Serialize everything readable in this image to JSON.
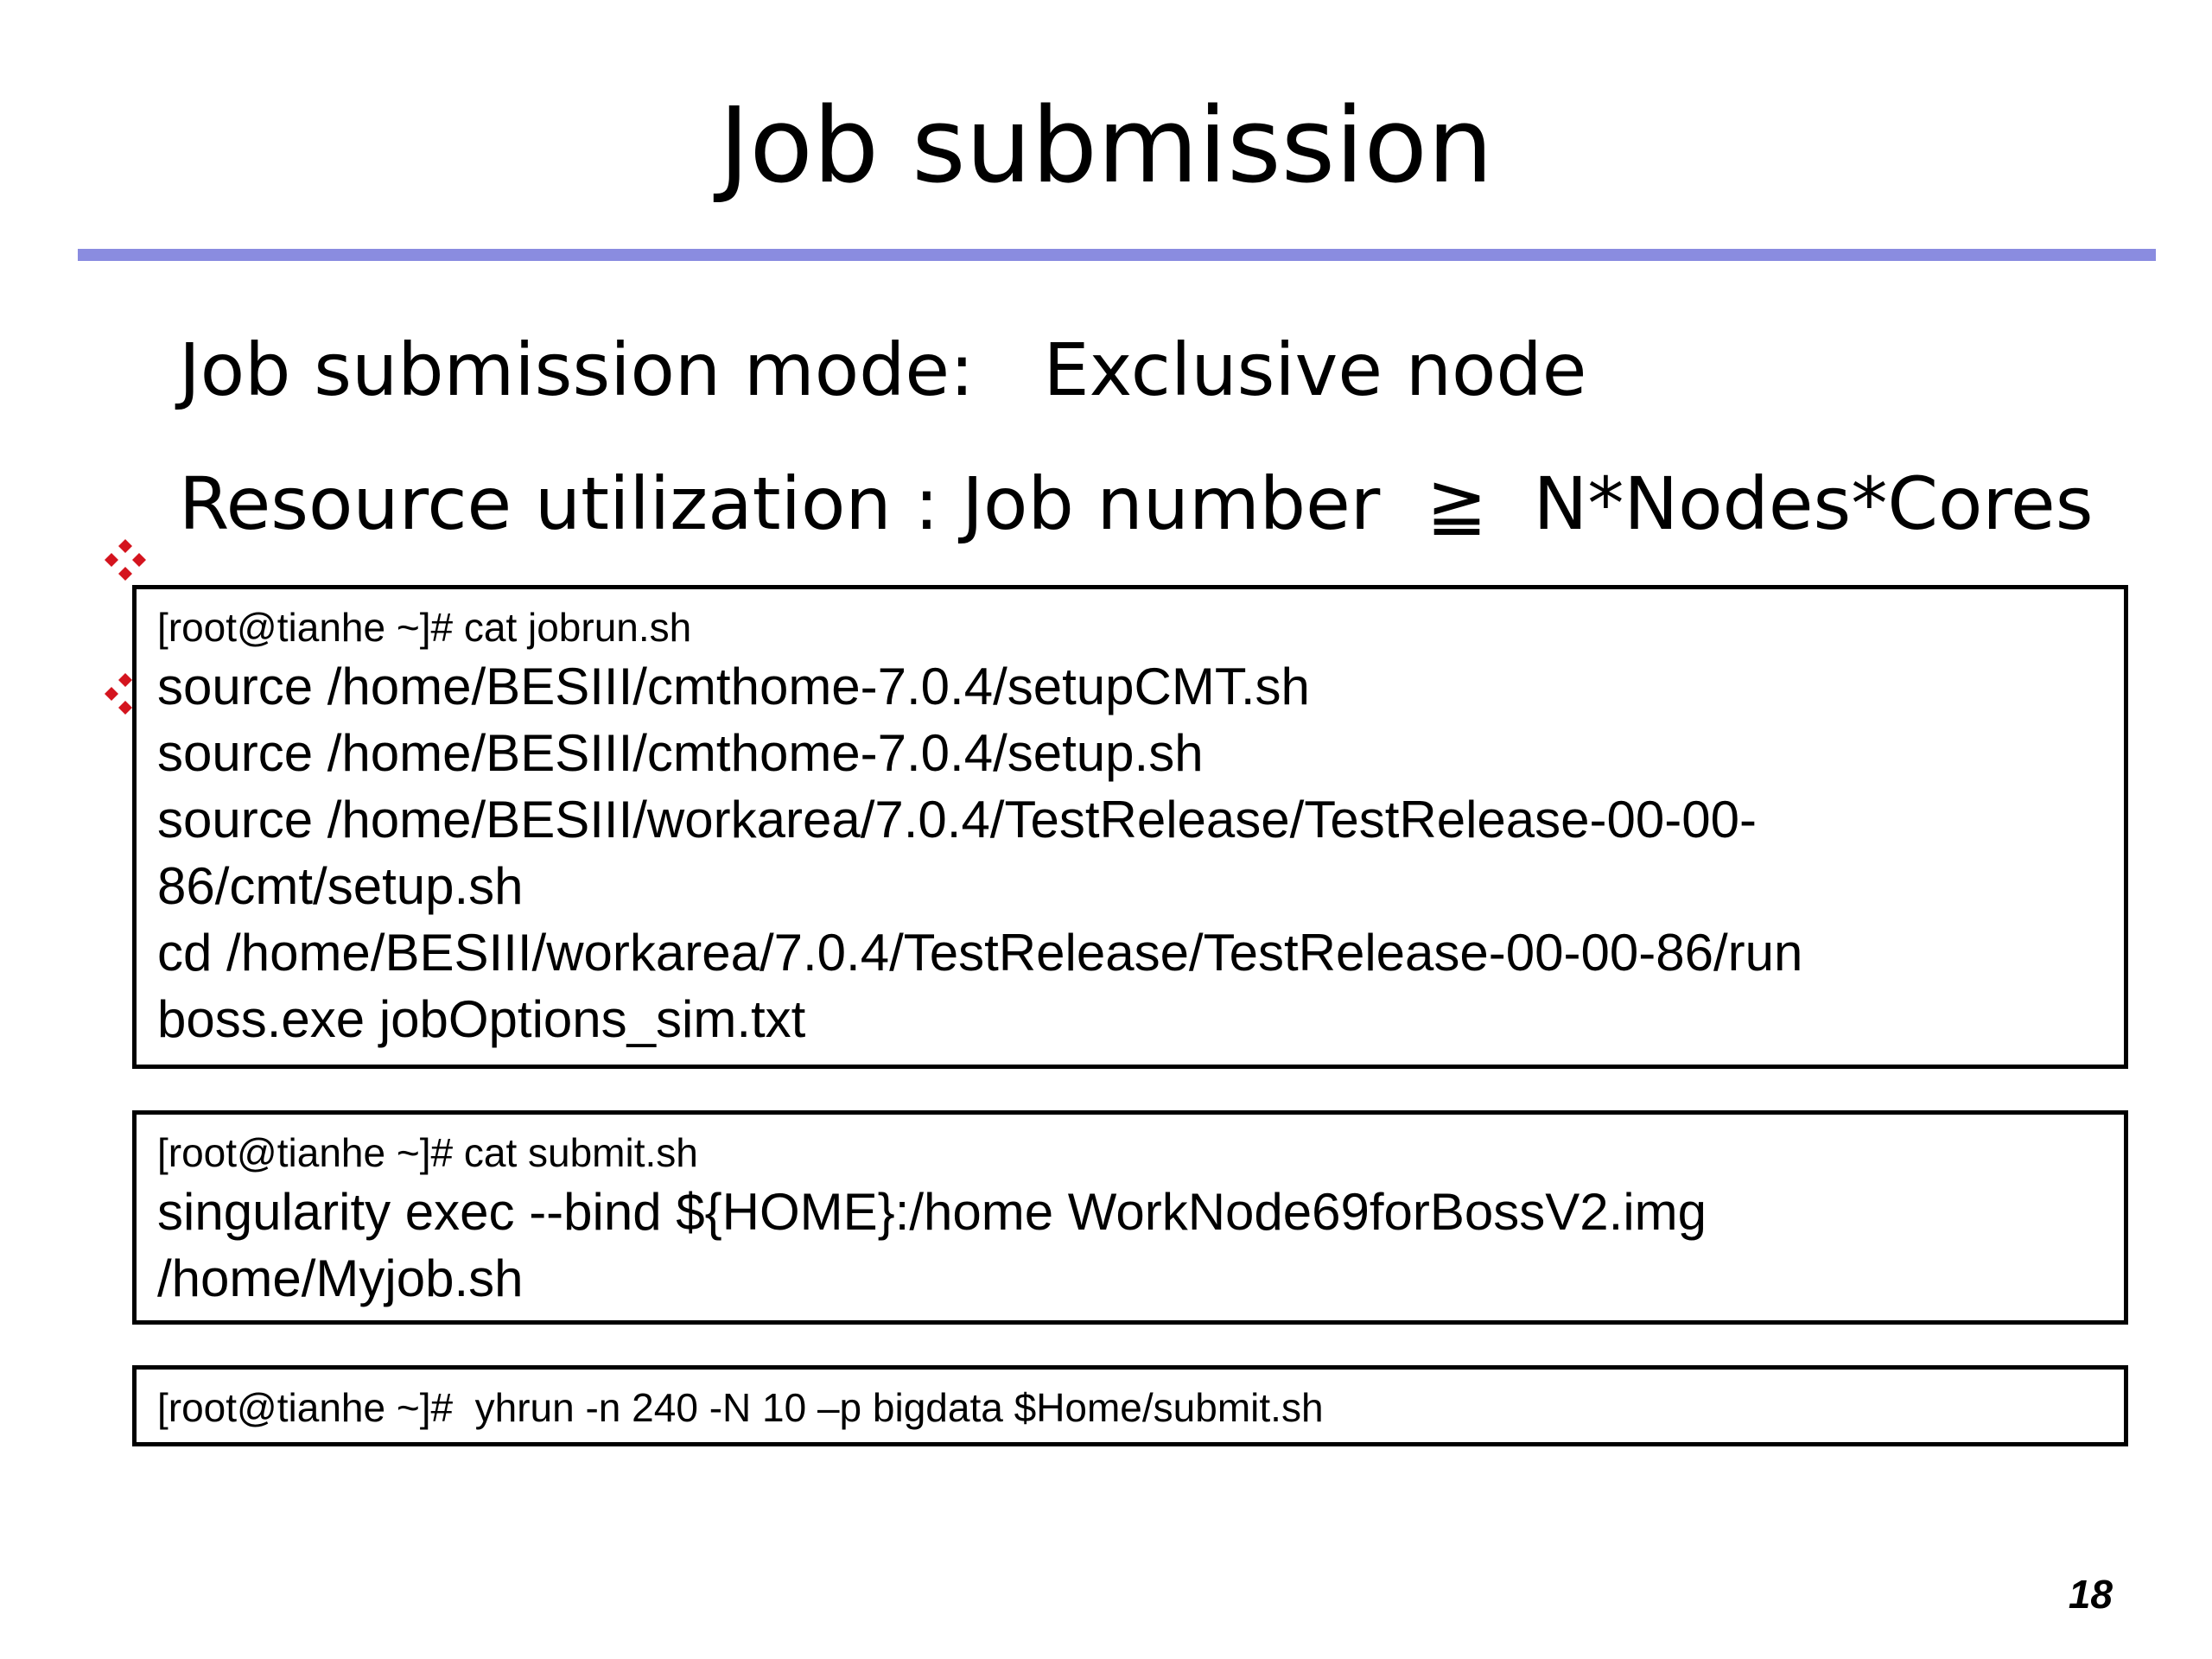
{
  "slide": {
    "title": "Job submission",
    "page_number": "18",
    "accent_rule_color": "#8a8ce0",
    "bullet_icon_color": "#d4141e"
  },
  "bullets": [
    {
      "icon": "diamond-bullet-icon",
      "text": "Job submission mode:   Exclusive node"
    },
    {
      "icon": "diamond-bullet-icon",
      "text": "Resource utilization : Job number  ≧  N*Nodes*Cores"
    }
  ],
  "code_boxes": [
    {
      "prompt": "[root@tianhe ~]# cat jobrun.sh",
      "lines": [
        "source /home/BESIII/cmthome-7.0.4/setupCMT.sh",
        "source /home/BESIII/cmthome-7.0.4/setup.sh",
        "source /home/BESIII/workarea/7.0.4/TestRelease/TestRelease-00-00-",
        "86/cmt/setup.sh",
        "cd /home/BESIII/workarea/7.0.4/TestRelease/TestRelease-00-00-86/run",
        "boss.exe jobOptions_sim.txt"
      ]
    },
    {
      "prompt": "[root@tianhe ~]# cat submit.sh",
      "lines": [
        "singularity exec --bind ${HOME}:/home WorkNode69forBossV2.img",
        "/home/Myjob.sh"
      ]
    },
    {
      "prompt": "[root@tianhe ~]#  yhrun -n 240 -N 10 –p bigdata $Home/submit.sh",
      "lines": []
    }
  ]
}
